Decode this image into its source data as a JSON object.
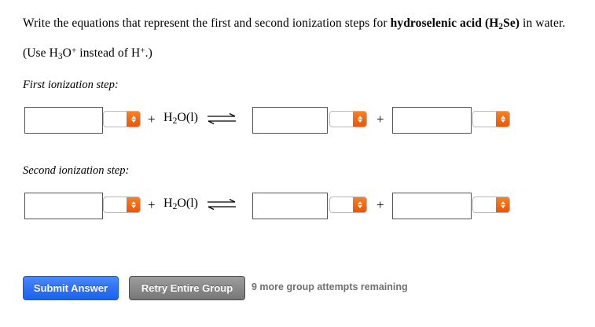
{
  "question": {
    "main_prefix": "Write the equations that represent the first and second ionization steps for ",
    "main_bold_name": "hydroselenic acid (H",
    "main_bold_sub": "2",
    "main_bold_name2": "Se)",
    "main_suffix": " in water.",
    "note_prefix": "(Use H",
    "note_sub": "3",
    "note_mid": "O",
    "note_sup": "+",
    "note_mid2": " instead of H",
    "note_sup2": "+",
    "note_suffix": ".)"
  },
  "steps": [
    {
      "label": "First ionization step:",
      "reactant_input_value": "",
      "reactant_input_placeholder": "",
      "reactant_state_selected": "",
      "plus_left": "+",
      "water": "H",
      "water_sub": "2",
      "water_rest": "O(l)",
      "arrow_icon": "equilibrium-arrow",
      "product1_input_value": "",
      "product1_state_selected": "",
      "plus_right": "+",
      "product2_input_value": "",
      "product2_state_selected": ""
    },
    {
      "label": "Second ionization step:",
      "reactant_input_value": "",
      "reactant_input_placeholder": "",
      "reactant_state_selected": "",
      "plus_left": "+",
      "water": "H",
      "water_sub": "2",
      "water_rest": "O(l)",
      "arrow_icon": "equilibrium-arrow",
      "product1_input_value": "",
      "product1_state_selected": "",
      "plus_right": "+",
      "product2_input_value": "",
      "product2_state_selected": ""
    }
  ],
  "footer": {
    "submit_label": "Submit Answer",
    "retry_label": "Retry Entire Group",
    "attempts_text": "9 more group attempts remaining"
  },
  "colors": {
    "submit_button": "#2f72f4",
    "retry_button": "#8a8a8a",
    "spinner_orange": "#f96a12",
    "attempts_text": "#6f6f6f",
    "input_border": "#555555",
    "page_background": "#ffffff"
  }
}
